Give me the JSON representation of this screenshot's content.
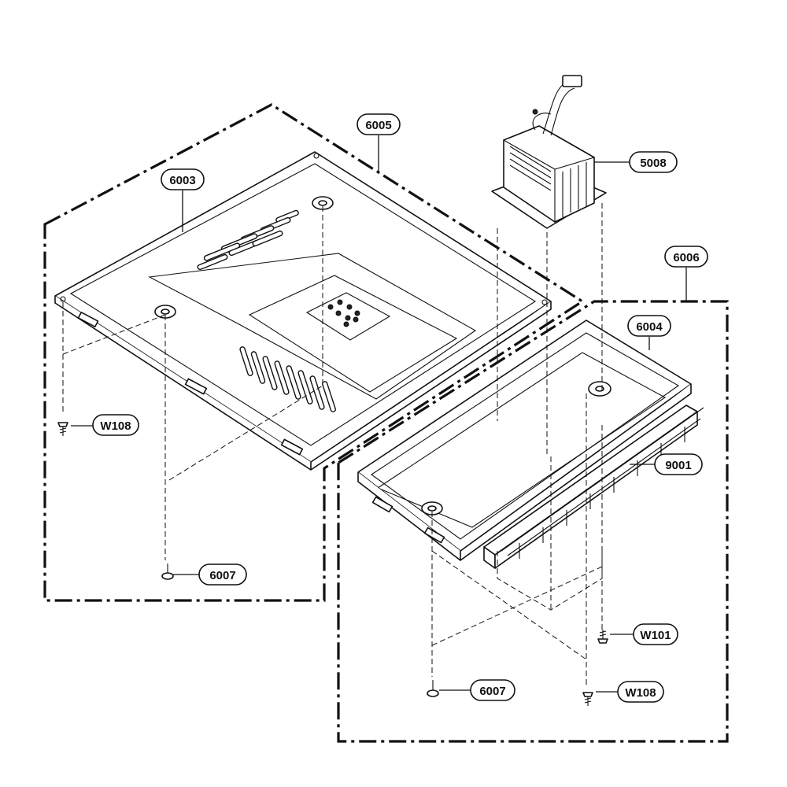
{
  "diagram": {
    "callouts": {
      "c6005": "6005",
      "c6003": "6003",
      "c5008": "5008",
      "c6006": "6006",
      "c6004": "6004",
      "c9001": "9001",
      "cW108a": "W108",
      "c6007a": "6007",
      "cW101": "W101",
      "c6007b": "6007",
      "cW108b": "W108"
    }
  }
}
